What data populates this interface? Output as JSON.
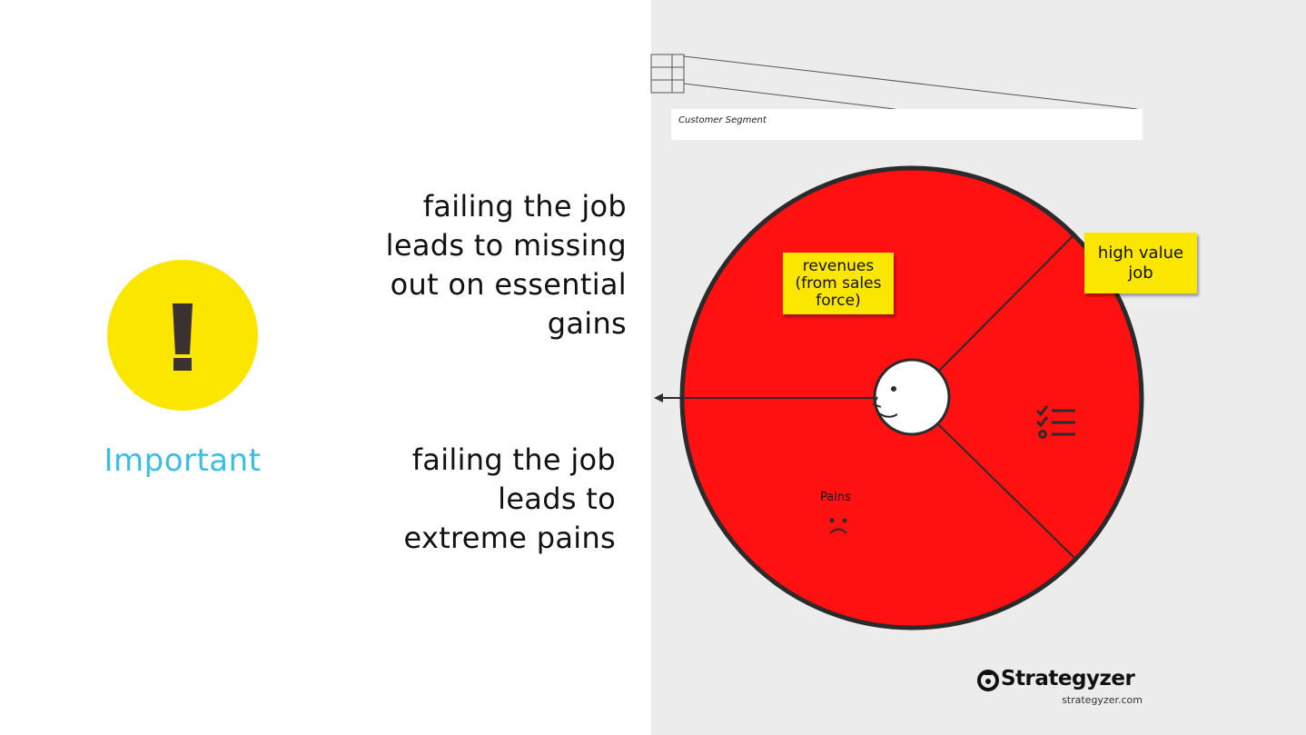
{
  "important": {
    "label": "Important",
    "badge_color": "#fbe600",
    "label_color": "#3bbfe0",
    "icon": "exclamation-icon"
  },
  "claims": {
    "gains": "failing the job\nleads to missing\nout on essential\ngains",
    "pains": "failing the job\nleads to\nextreme pains"
  },
  "canvas": {
    "segment_label": "Customer Segment",
    "circle_color": "#ff1111",
    "background": "#ececec",
    "sections": {
      "gains_note": "revenues\n(from sales\nforce)",
      "jobs_note": "high value\njob",
      "pains_label": "Pains"
    },
    "icons": [
      "face-icon",
      "checklist-icon",
      "sad-face-icon",
      "arrow-left-icon"
    ]
  },
  "brand": {
    "name": "Strategyzer",
    "url": "strategyzer.com"
  }
}
